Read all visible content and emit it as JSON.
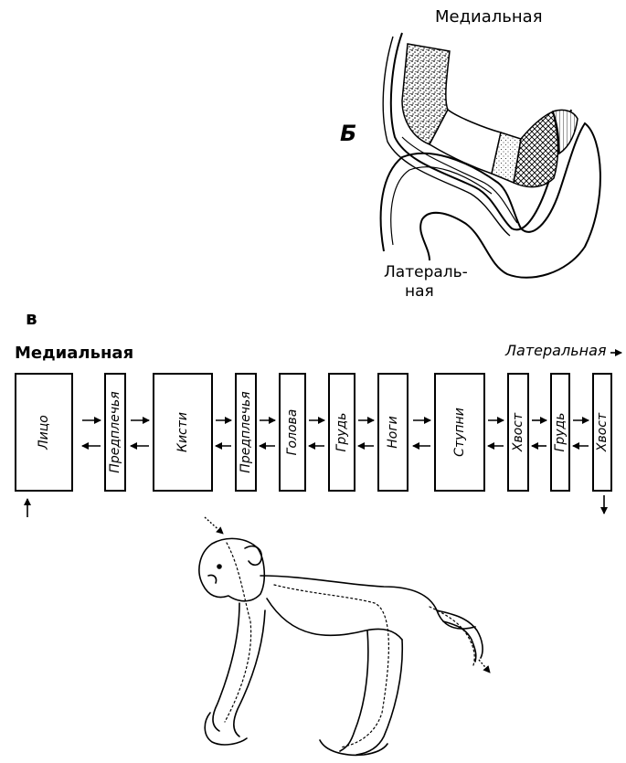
{
  "panel_b": {
    "letter": "Б",
    "label_medial": "Медиальная",
    "label_lateral_1": "Латераль-",
    "label_lateral_2": "ная"
  },
  "panel_c": {
    "letter": "в",
    "label_medial": "Медиальная",
    "label_lateral": "Латеральная",
    "boxes": [
      "Лицо",
      "Предплечья",
      "Кисти",
      "Предплечья",
      "Голова",
      "Грудь",
      "Ноги",
      "Ступни",
      "Хвост",
      "Грудь",
      "Хвост"
    ]
  }
}
